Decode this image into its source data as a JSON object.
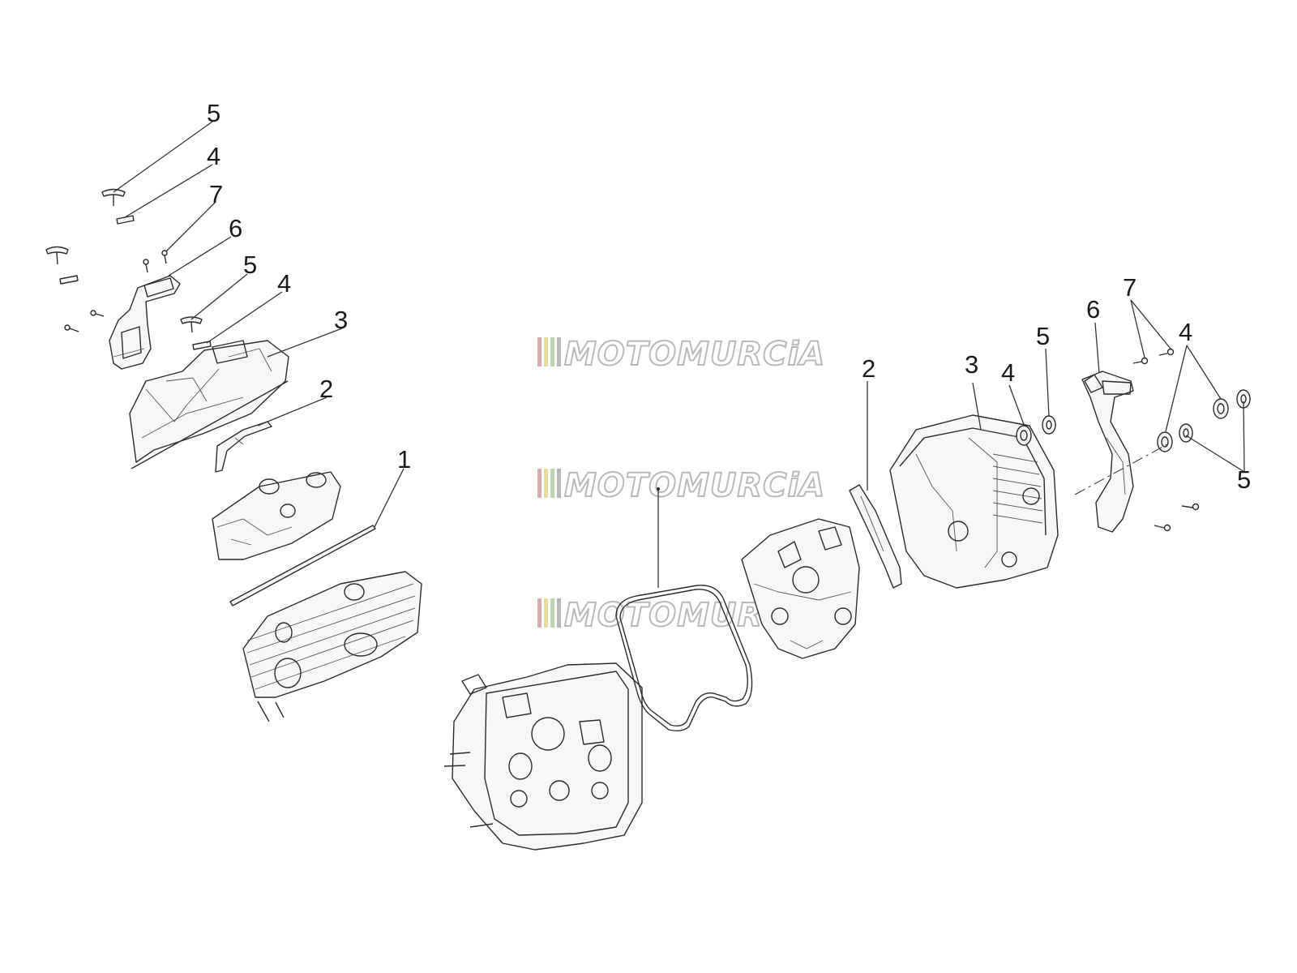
{
  "watermark": {
    "text": "MOTOMURCiA",
    "stripe_colors": [
      "#e3a7a7",
      "#eedc8c",
      "#b8d9a9",
      "#b9b9b9"
    ]
  },
  "callouts": {
    "left": {
      "n5a": "5",
      "n4a": "4",
      "n7": "7",
      "n6": "6",
      "n5b": "5",
      "n4b": "4",
      "n3": "3",
      "n2": "2",
      "n1": "1"
    },
    "right": {
      "n2": "2",
      "n3": "3",
      "n4a": "4",
      "n5a": "5",
      "n6": "6",
      "n7": "7",
      "n4b": "4",
      "n5b": "5"
    }
  },
  "colors": {
    "line": "#2b2b2b",
    "label": "#1a1a1a",
    "background": "#ffffff"
  }
}
